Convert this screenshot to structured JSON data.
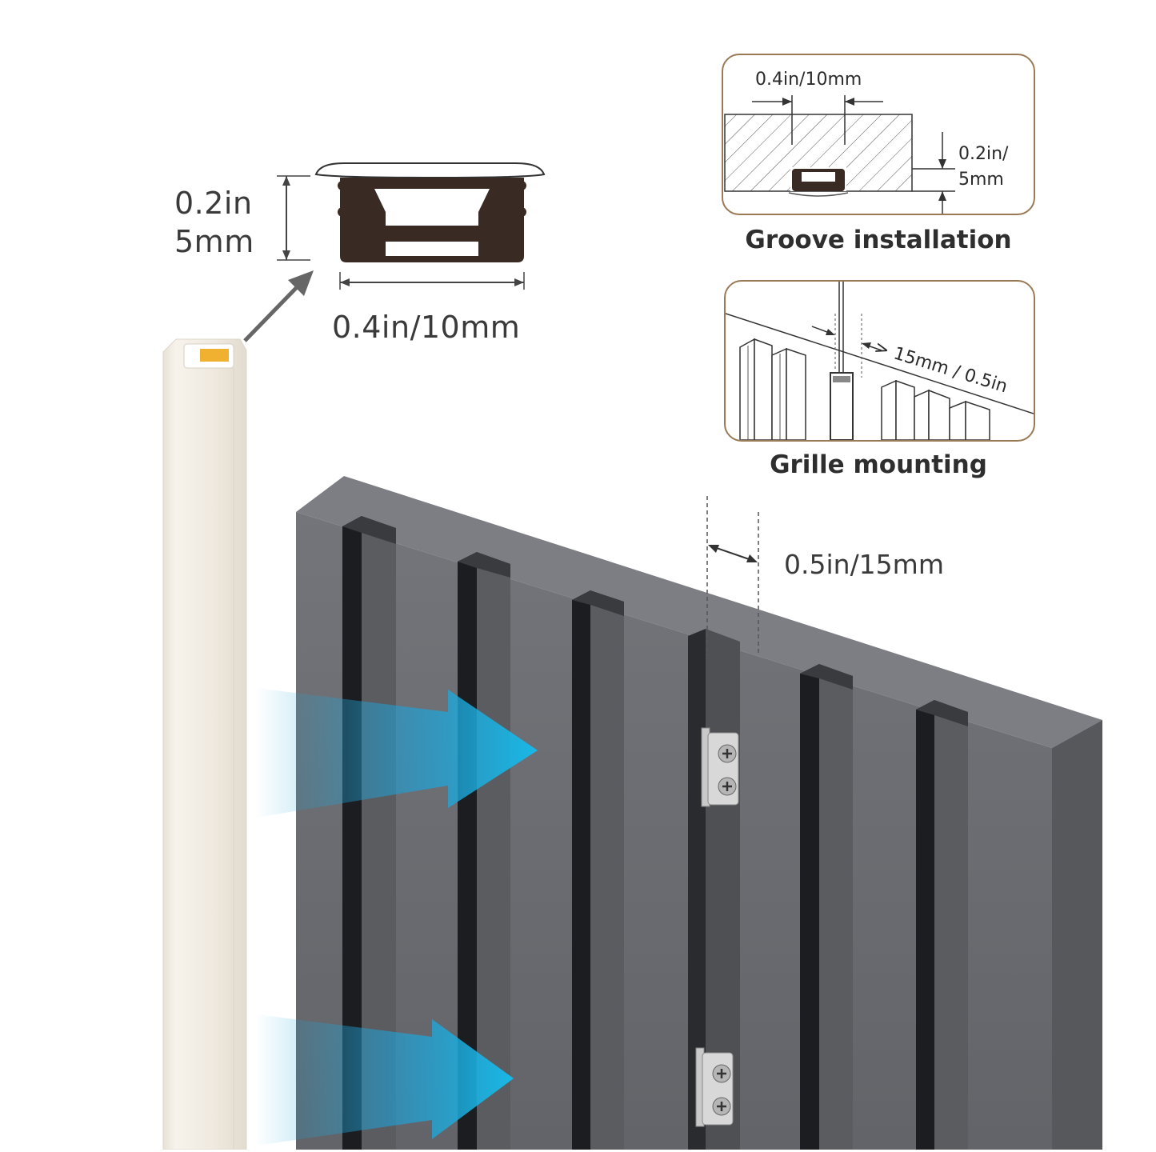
{
  "profile_height_label_line1": "0.2in",
  "profile_height_label_line2": "5mm",
  "profile_width_label": "0.4in/10mm",
  "groove": {
    "width_label": "0.4in/10mm",
    "depth_label_line1": "0.2in/",
    "depth_label_line2": "5mm",
    "caption": "Groove installation"
  },
  "grille": {
    "gap_label": "> 15mm / 0.5in",
    "caption": "Grille mounting"
  },
  "panel_gap_label": "0.5in/15mm",
  "colors": {
    "panel": "#6f7175",
    "inset_border": "#9a7a55",
    "arrow_blue": "#1fa8d8",
    "strip": "#f1ece4",
    "led": "#f0b030"
  },
  "icons": [
    "pointer-arrow-icon",
    "blue-arrow-icon",
    "mounting-clip-icon",
    "screw-icon"
  ]
}
